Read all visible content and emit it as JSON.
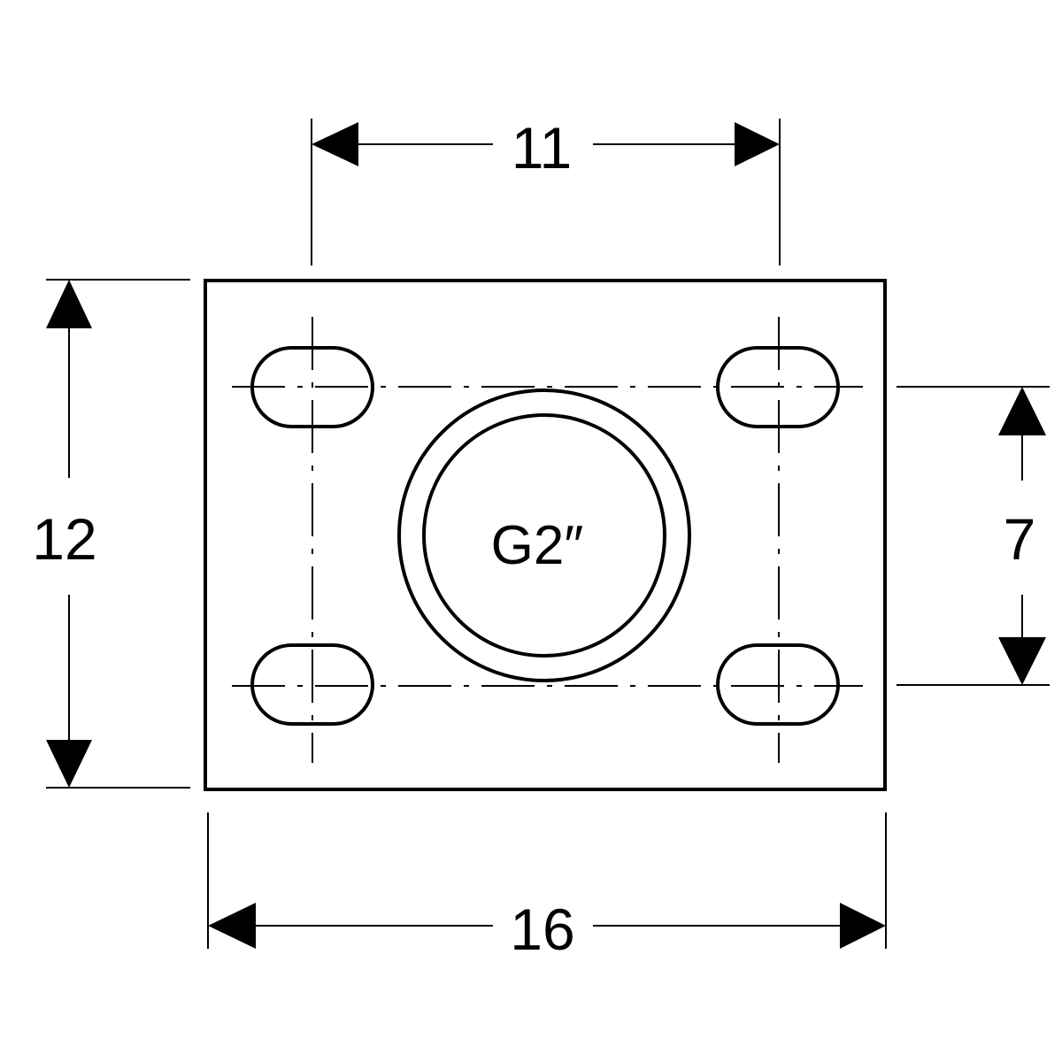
{
  "dimensions": {
    "hole_spacing_horizontal": "11",
    "plate_height": "12",
    "hole_spacing_vertical": "7",
    "plate_width": "16"
  },
  "connection": {
    "thread_label": "G2″"
  },
  "colors": {
    "line": "#000000",
    "background": "#ffffff"
  }
}
